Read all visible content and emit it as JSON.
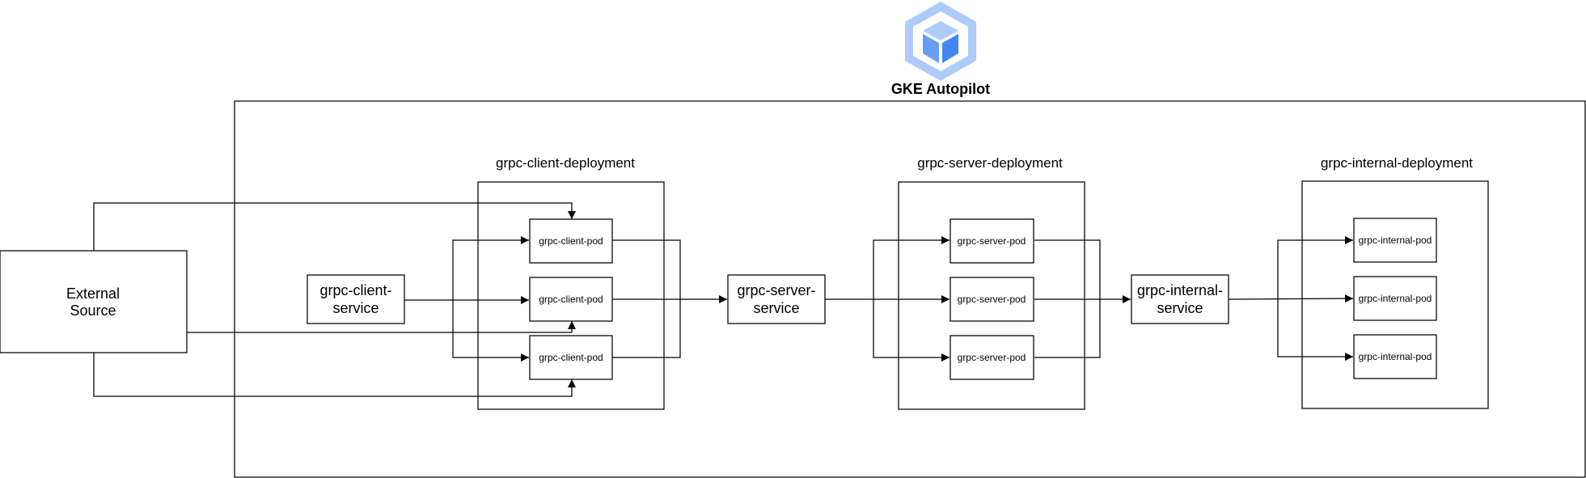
{
  "title": "GKE Autopilot",
  "external": {
    "line1": "External",
    "line2": "Source"
  },
  "client": {
    "deployment_label": "grpc-client-deployment",
    "service_line1": "grpc-client-",
    "service_line2": "service",
    "pods": [
      "grpc-client-pod",
      "grpc-client-pod",
      "grpc-client-pod"
    ]
  },
  "server": {
    "deployment_label": "grpc-server-deployment",
    "service_line1": "grpc-server-",
    "service_line2": "service",
    "pods": [
      "grpc-server-pod",
      "grpc-server-pod",
      "grpc-server-pod"
    ]
  },
  "internal": {
    "deployment_label": "grpc-internal-deployment",
    "service_line1": "grpc-internal-",
    "service_line2": "service",
    "pods": [
      "grpc-internal-pod",
      "grpc-internal-pod",
      "grpc-internal-pod"
    ]
  },
  "colors": {
    "hex_outer": "#aecbfa",
    "cube_dark": "#4285f4",
    "cube_mid": "#669df6",
    "cube_light": "#aecbfa"
  },
  "icons": {
    "logo": "gke-cube-icon"
  }
}
